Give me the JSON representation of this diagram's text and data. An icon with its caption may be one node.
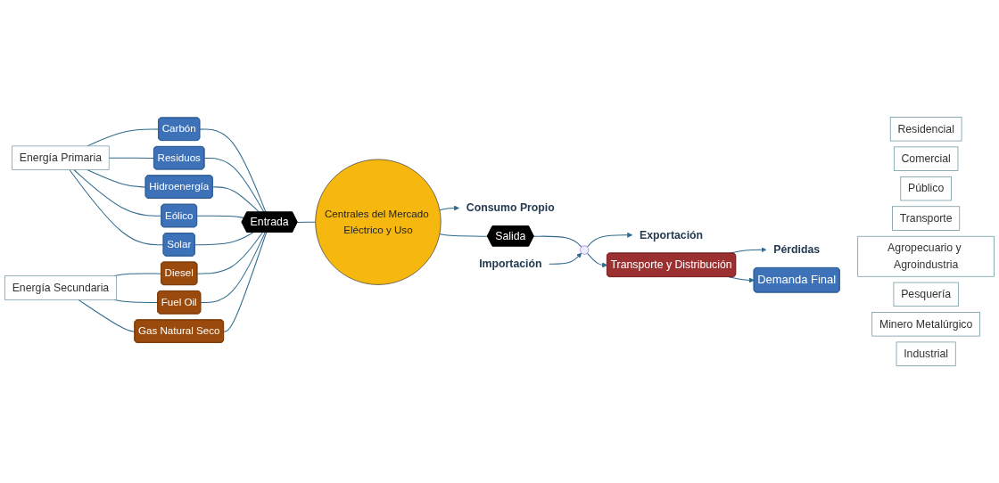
{
  "diagram": {
    "nodes": [
      {
        "text": [
          "Energía Primaria"
        ]
      },
      {
        "text": [
          "Carbón"
        ]
      },
      {
        "text": [
          "Residuos"
        ]
      },
      {
        "text": [
          "Hidroenergía"
        ]
      },
      {
        "text": [
          "Eólico"
        ]
      },
      {
        "text": [
          "Solar"
        ]
      },
      {
        "text": [
          "Energía Secundaria"
        ]
      },
      {
        "text": [
          "Diesel"
        ]
      },
      {
        "text": [
          "Fuel Oil"
        ]
      },
      {
        "text": [
          "Gas Natural Seco"
        ]
      },
      {
        "text": [
          "Entrada"
        ]
      },
      {
        "text": [
          "Centrales del Mercado Eléctrico y Uso"
        ]
      },
      {
        "text": [
          "Consumo Propio"
        ]
      },
      {
        "text": [
          "Salida"
        ]
      },
      {
        "text": [],
        "shape": "circle"
      },
      {
        "text": [
          "Importación"
        ]
      },
      {
        "text": [
          "Exportación"
        ]
      },
      {
        "text": [
          "Transporte y Distribución"
        ]
      },
      {
        "text": [
          "Pérdidas"
        ]
      },
      {
        "text": [
          "Demanda Final"
        ]
      },
      {
        "text": [
          "Residencial"
        ]
      },
      {
        "text": [
          "Comercial"
        ]
      },
      {
        "text": [
          "Público"
        ]
      },
      {
        "text": [
          "Transporte"
        ]
      },
      {
        "text": [
          "Agropecuario y Agroindustria"
        ]
      },
      {
        "text": [
          "Pesquería"
        ]
      },
      {
        "text": [
          "Minero Metalúrgico"
        ]
      },
      {
        "text": [
          "Industrial"
        ]
      }
    ],
    "edges": [
      {
        "from": 0,
        "to": 1,
        "arrow": "none"
      },
      {
        "from": 0,
        "to": 2,
        "arrow": "none"
      },
      {
        "from": 0,
        "to": 3,
        "arrow": "none"
      },
      {
        "from": 0,
        "to": 4,
        "arrow": "none"
      },
      {
        "from": 0,
        "to": 5,
        "arrow": "none"
      },
      {
        "from": 6,
        "to": 7,
        "arrow": "none"
      },
      {
        "from": 6,
        "to": 8,
        "arrow": "none"
      },
      {
        "from": 6,
        "to": 9,
        "arrow": "none"
      },
      {
        "from": 1,
        "to": 10,
        "arrow": "none"
      },
      {
        "from": 2,
        "to": 10,
        "arrow": "none"
      },
      {
        "from": 3,
        "to": 10,
        "arrow": "none"
      },
      {
        "from": 4,
        "to": 10,
        "arrow": "none"
      },
      {
        "from": 5,
        "to": 10,
        "arrow": "none"
      },
      {
        "from": 7,
        "to": 10,
        "arrow": "none"
      },
      {
        "from": 8,
        "to": 10,
        "arrow": "none"
      },
      {
        "from": 9,
        "to": 10,
        "arrow": "none"
      },
      {
        "from": 10,
        "to": 11,
        "arrow": "none"
      },
      {
        "from": 11,
        "to": 12,
        "arrow": "to"
      },
      {
        "from": 11,
        "to": 13,
        "arrow": "none"
      },
      {
        "from": 13,
        "to": 14,
        "arrow": "none"
      },
      {
        "from": 15,
        "to": 14,
        "arrow": "to"
      },
      {
        "from": 14,
        "to": 16,
        "arrow": "to"
      },
      {
        "from": 14,
        "to": 17,
        "arrow": "to"
      },
      {
        "from": 17,
        "to": 18,
        "arrow": "to"
      },
      {
        "from": 17,
        "to": 19,
        "arrow": "to"
      }
    ]
  }
}
